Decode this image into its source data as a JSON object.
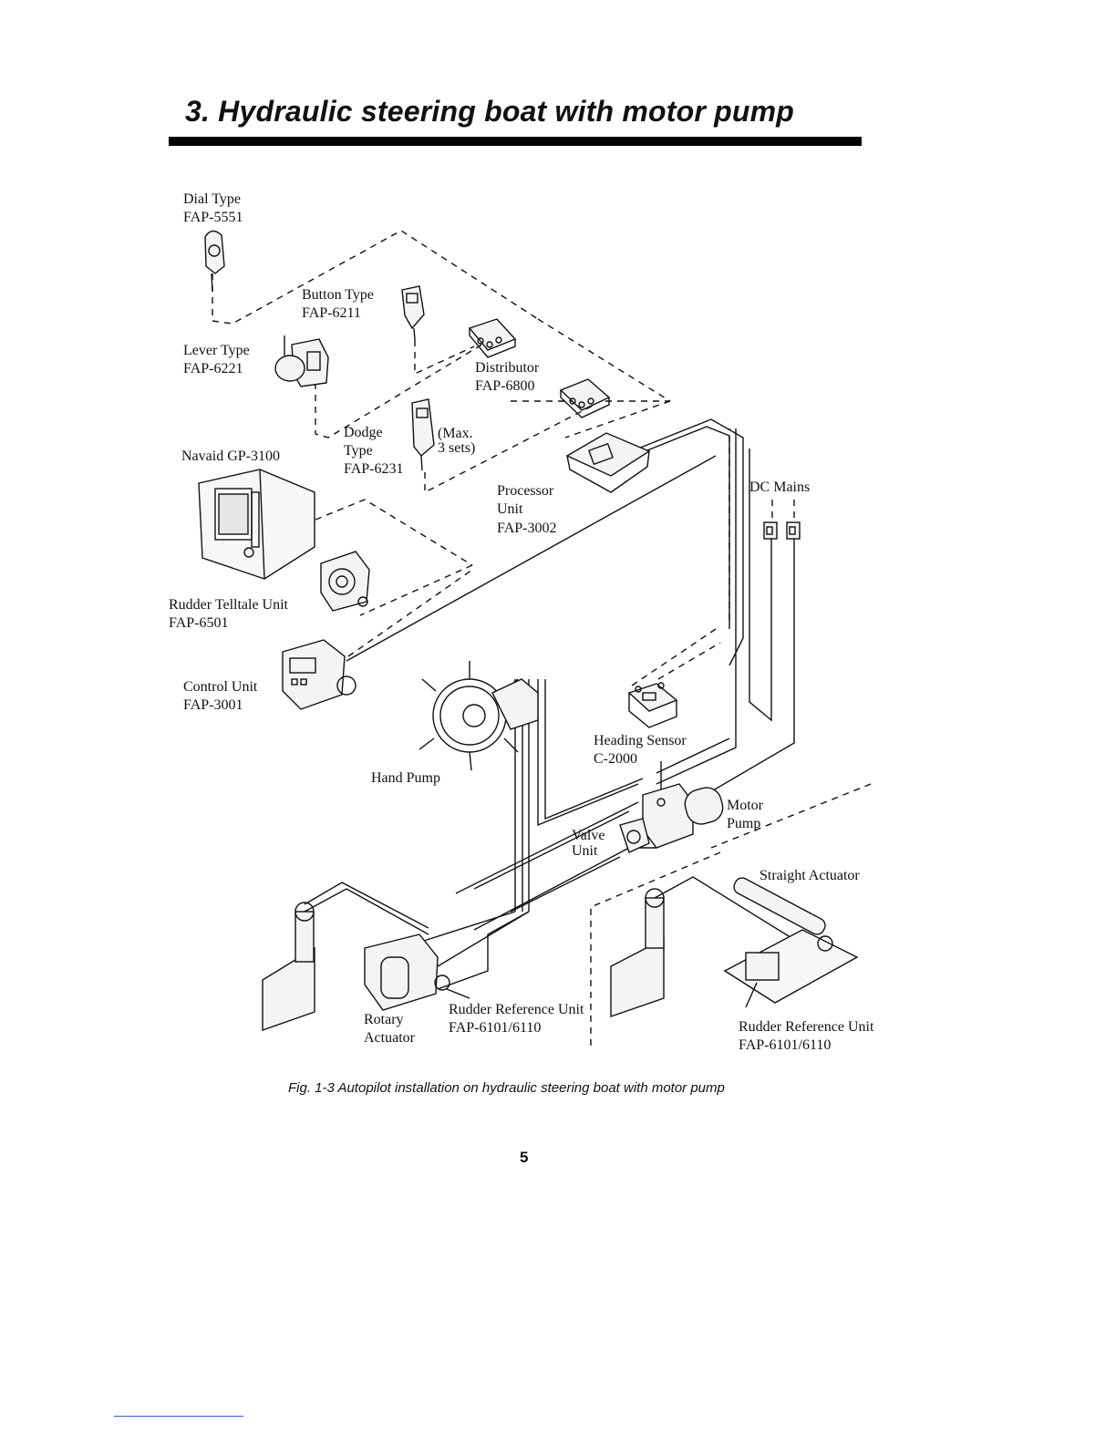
{
  "heading": "3. Hydraulic steering boat with motor pump",
  "labels": {
    "dial_type": "Dial Type",
    "dial_model": "FAP-5551",
    "button_type": "Button Type",
    "button_model": "FAP-6211",
    "lever_type": "Lever Type",
    "lever_model": "FAP-6221",
    "distributor": "Distributor",
    "distributor_model": "FAP-6800",
    "dodge_1": "Dodge",
    "dodge_2": "Type",
    "dodge_model": "FAP-6231",
    "max_1": "(Max.",
    "max_2": "3 sets)",
    "navaid": "Navaid GP-3100",
    "processor_1": "Processor",
    "processor_2": "Unit",
    "processor_model": "FAP-3002",
    "dc_mains": "DC Mains",
    "telltale": "Rudder Telltale Unit",
    "telltale_model": "FAP-6501",
    "control": "Control Unit",
    "control_model": "FAP-3001",
    "heading_sensor": "Heading Sensor",
    "heading_model": "C-2000",
    "hand_pump": "Hand Pump",
    "motor": "Motor",
    "pump": "Pump",
    "valve": "Valve",
    "unit": "Unit",
    "straight_actuator": "Straight Actuator",
    "rudder_ref_left": "Rudder Reference Unit",
    "rudder_ref_left_model": "FAP-6101/6110",
    "rotary": "Rotary",
    "actuator": "Actuator",
    "rudder_ref_right": "Rudder Reference Unit",
    "rudder_ref_right_model": "FAP-6101/6110"
  },
  "caption": "Fig. 1-3 Autopilot installation on hydraulic steering boat with motor pump",
  "page_number": "5"
}
